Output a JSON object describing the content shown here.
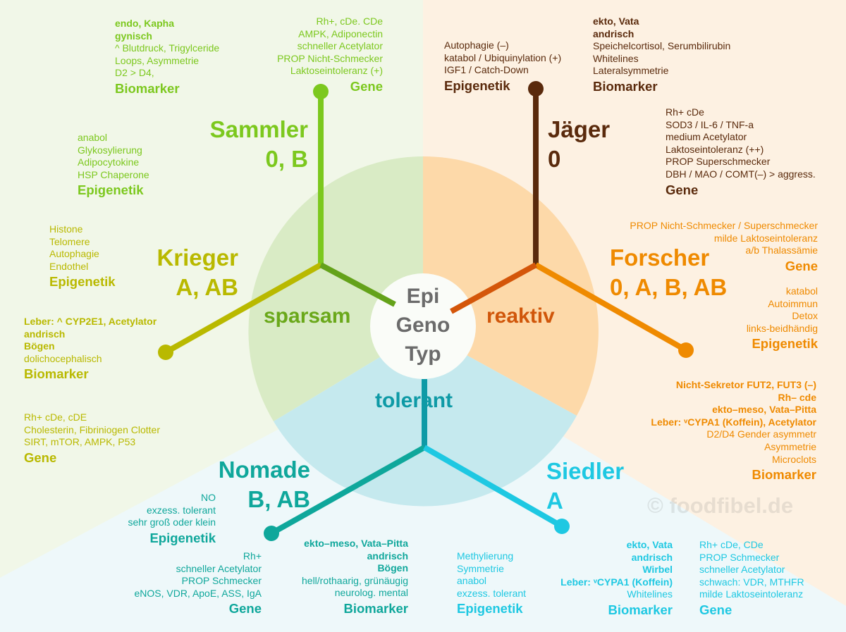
{
  "colors": {
    "sammler": "#7cc81e",
    "jaeger": "#5a2a0c",
    "forscher": "#ef8a00",
    "krieger": "#b9b900",
    "nomade": "#0fa79b",
    "siedler": "#1ec8e2"
  },
  "center": {
    "line1": "Epi",
    "line2": "Geno",
    "line3": "Typ"
  },
  "modes": {
    "sparsam": "sparsam",
    "reaktiv": "reaktiv",
    "tolerant": "tolerant"
  },
  "types": {
    "sammler": {
      "name": "Sammler",
      "blood": "0, B"
    },
    "jaeger": {
      "name": "Jäger",
      "blood": "0"
    },
    "krieger": {
      "name": "Krieger",
      "blood": "A, AB"
    },
    "forscher": {
      "name": "Forscher",
      "blood": "0, A, B, AB"
    },
    "nomade": {
      "name": "Nomade",
      "blood": "B, AB"
    },
    "siedler": {
      "name": "Siedler",
      "blood": "A"
    }
  },
  "blocks": {
    "sammler_bio": {
      "lines": [
        {
          "t": "endo, Kapha",
          "s": "b"
        },
        {
          "t": "gynisch",
          "s": "b"
        },
        {
          "t": "^ Blutdruck, Trigylceride"
        },
        {
          "t": "Loops, Asymmetrie"
        },
        {
          "t": "D2 > D4,"
        },
        {
          "t": "Biomarker",
          "s": "h"
        }
      ]
    },
    "sammler_gene": {
      "lines": [
        {
          "t": "Rh+, cDe. CDe"
        },
        {
          "t": "AMPK, Adiponectin"
        },
        {
          "t": "schneller Acetylator"
        },
        {
          "t": "PROP Nicht-Schmecker"
        },
        {
          "t": "Laktoseintoleranz (+)"
        },
        {
          "t": "Gene",
          "s": "h"
        }
      ]
    },
    "sammler_epi": {
      "lines": [
        {
          "t": "anabol"
        },
        {
          "t": "Glykosylierung"
        },
        {
          "t": "Adipocytokine"
        },
        {
          "t": "HSP Chaperone"
        },
        {
          "t": "Epigenetik",
          "s": "h"
        }
      ]
    },
    "jaeger_epi": {
      "lines": [
        {
          "t": "Autophagie (–)"
        },
        {
          "t": "katabol / Ubiquinylation (+)"
        },
        {
          "t": "IGF1 / Catch-Down"
        },
        {
          "t": "Epigenetik",
          "s": "h"
        }
      ]
    },
    "jaeger_bio": {
      "lines": [
        {
          "t": "ekto, Vata",
          "s": "b"
        },
        {
          "t": "andrisch",
          "s": "b"
        },
        {
          "t": "Speichelcortisol, Serumbilirubin"
        },
        {
          "t": "Whitelines"
        },
        {
          "t": "Lateralsymmetrie"
        },
        {
          "t": "Biomarker",
          "s": "h"
        }
      ]
    },
    "jaeger_gene": {
      "lines": [
        {
          "t": "Rh+ cDe"
        },
        {
          "t": "SOD3 / IL-6 / TNF-a"
        },
        {
          "t": "medium Acetylator"
        },
        {
          "t": "Laktoseintoleranz (++)"
        },
        {
          "t": "PROP Superschmecker"
        },
        {
          "t": "DBH / MAO / COMT(–)  > aggress."
        },
        {
          "t": "Gene",
          "s": "h"
        }
      ]
    },
    "forscher_gene": {
      "lines": [
        {
          "t": "PROP Nicht-Schmecker / Superschmecker"
        },
        {
          "t": "milde Laktoseintoleranz"
        },
        {
          "t": "a/b Thalassämie"
        },
        {
          "t": "Gene",
          "s": "h"
        }
      ]
    },
    "forscher_epi": {
      "lines": [
        {
          "t": "katabol"
        },
        {
          "t": "Autoimmun"
        },
        {
          "t": "Detox"
        },
        {
          "t": "links-beidhändig"
        },
        {
          "t": "Epigenetik",
          "s": "h"
        }
      ]
    },
    "forscher_bio": {
      "lines": [
        {
          "t": "Nicht-Sekretor FUT2, FUT3 (–)",
          "s": "b"
        },
        {
          "t": "Rh– cde",
          "s": "b"
        },
        {
          "t": "ekto–meso, Vata–Pitta",
          "s": "b"
        },
        {
          "t": "Leber: ᵛCYPA1 (Koffein), Acetylator",
          "s": "b"
        },
        {
          "t": "D2/D4 Gender asymmetr"
        },
        {
          "t": "Asymmetrie"
        },
        {
          "t": "Microclots"
        },
        {
          "t": "Biomarker",
          "s": "h"
        }
      ]
    },
    "krieger_epi": {
      "lines": [
        {
          "t": "Histone"
        },
        {
          "t": "Telomere"
        },
        {
          "t": "Autophagie"
        },
        {
          "t": "Endothel"
        },
        {
          "t": "Epigenetik",
          "s": "h"
        }
      ]
    },
    "krieger_bio": {
      "lines": [
        {
          "t": "Leber: ^ CYP2E1, Acetylator",
          "s": "b"
        },
        {
          "t": "andrisch",
          "s": "b"
        },
        {
          "t": "Bögen",
          "s": "b"
        },
        {
          "t": "dolichocephalisch"
        },
        {
          "t": "Biomarker",
          "s": "h"
        }
      ]
    },
    "krieger_gene": {
      "lines": [
        {
          "t": "Rh+ cDe, cDE"
        },
        {
          "t": "Cholesterin, Fibriniogen Clotter"
        },
        {
          "t": "SIRT, mTOR, AMPK, P53"
        },
        {
          "t": "Gene",
          "s": "h"
        }
      ]
    },
    "nomade_epi": {
      "lines": [
        {
          "t": "NO"
        },
        {
          "t": "exzess. tolerant"
        },
        {
          "t": "sehr groß oder klein"
        },
        {
          "t": "Epigenetik",
          "s": "h"
        }
      ]
    },
    "nomade_gene": {
      "lines": [
        {
          "t": "Rh+"
        },
        {
          "t": "schneller Acetylator"
        },
        {
          "t": "PROP Schmecker"
        },
        {
          "t": "eNOS, VDR, ApoE, ASS, IgA"
        },
        {
          "t": "Gene",
          "s": "h"
        }
      ]
    },
    "nomade_bio": {
      "lines": [
        {
          "t": "ekto–meso, Vata–Pitta",
          "s": "b"
        },
        {
          "t": "andrisch",
          "s": "b"
        },
        {
          "t": "Bögen",
          "s": "b"
        },
        {
          "t": "hell/rothaarig, grünäugig"
        },
        {
          "t": "neurolog. mental"
        },
        {
          "t": "Biomarker",
          "s": "h"
        }
      ]
    },
    "siedler_epi": {
      "lines": [
        {
          "t": "Methylierung"
        },
        {
          "t": "Symmetrie"
        },
        {
          "t": "anabol"
        },
        {
          "t": "exzess. tolerant"
        },
        {
          "t": "Epigenetik",
          "s": "h"
        }
      ]
    },
    "siedler_bio": {
      "lines": [
        {
          "t": "ekto, Vata",
          "s": "b"
        },
        {
          "t": "andrisch",
          "s": "b"
        },
        {
          "t": "Wirbel",
          "s": "b"
        },
        {
          "t": "Leber: ᵛCYPA1 (Koffein)",
          "s": "b"
        },
        {
          "t": "Whitelines"
        },
        {
          "t": "Biomarker",
          "s": "h"
        }
      ]
    },
    "siedler_gene": {
      "lines": [
        {
          "t": "Rh+ cDe, CDe"
        },
        {
          "t": "PROP  Schmecker"
        },
        {
          "t": "schneller Acetylator"
        },
        {
          "t": "schwach: VDR, MTHFR"
        },
        {
          "t": "milde Laktoseintoleranz"
        },
        {
          "t": "Gene",
          "s": "h"
        }
      ]
    }
  },
  "watermark": "© foodfibel.de"
}
